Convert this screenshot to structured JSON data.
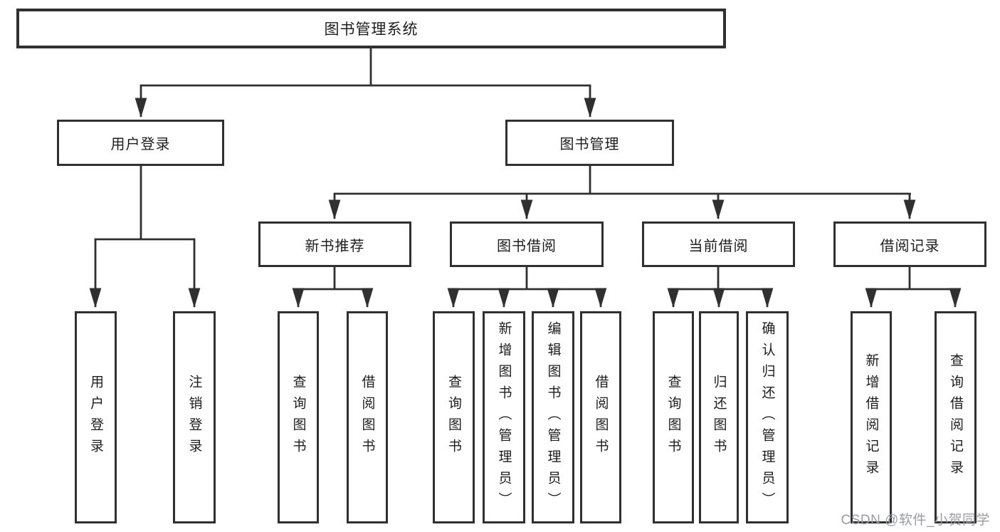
{
  "palette": {
    "line_color": "#303030",
    "box_border_color": "#303030",
    "text_color": "#1d1d1d",
    "watermark_color": "#9a9ba3",
    "background": "#ffffff"
  },
  "diagram": {
    "type": "hierarchy-tree",
    "title_node": {
      "label": "图书管理系统"
    },
    "level2_nodes": [
      {
        "label": "用户登录"
      },
      {
        "label": "图书管理"
      }
    ],
    "level3_nodes": [
      {
        "label": "新书推荐"
      },
      {
        "label": "图书借阅"
      },
      {
        "label": "当前借阅"
      },
      {
        "label": "借阅记录"
      }
    ],
    "leaf_nodes": [
      {
        "label": "用户登录"
      },
      {
        "label": "注销登录"
      },
      {
        "label": "查询图书"
      },
      {
        "label": "借阅图书"
      },
      {
        "label": "查询图书"
      },
      {
        "label": "新增图书（管理员）"
      },
      {
        "label": "编辑图书（管理员）"
      },
      {
        "label": "借阅图书"
      },
      {
        "label": "查询图书"
      },
      {
        "label": "归还图书"
      },
      {
        "label": "确认归还（管理员）"
      },
      {
        "label": "新增借阅记录"
      },
      {
        "label": "查询借阅记录"
      }
    ]
  },
  "watermark": {
    "text": "CSDN @软件_小贺同学"
  }
}
